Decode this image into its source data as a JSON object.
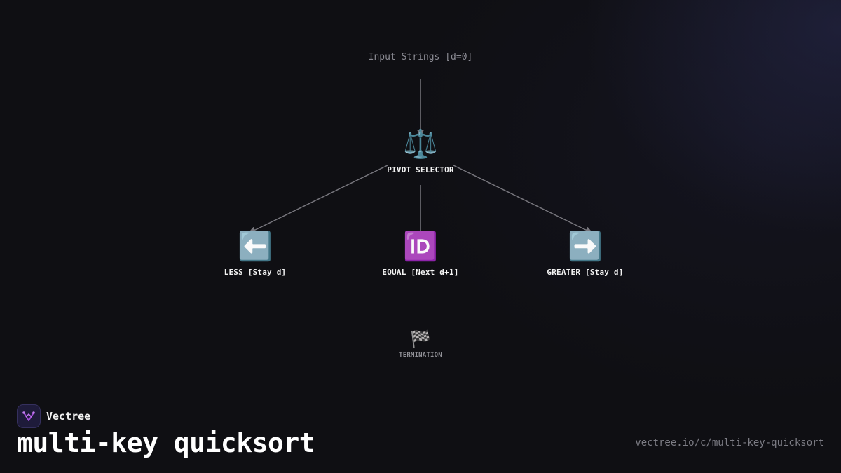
{
  "diagram": {
    "input_label": "Input Strings [d=0]",
    "pivot": {
      "label": "PIVOT SELECTOR",
      "icon": "balance-scale-icon",
      "glyph": "⚖️"
    },
    "less": {
      "label": "LESS [Stay d]",
      "icon": "left-arrow-icon",
      "glyph": "⬅️"
    },
    "equal": {
      "label": "EQUAL [Next d+1]",
      "icon": "id-button-icon",
      "glyph": "🆔"
    },
    "greater": {
      "label": "GREATER [Stay d]",
      "icon": "right-arrow-icon",
      "glyph": "➡️"
    },
    "termination": {
      "label": "TERMINATION",
      "icon": "checkered-flag-icon",
      "glyph": "🏁"
    },
    "edge_color": "#77767d"
  },
  "footer": {
    "brand_name": "Vectree",
    "title": "multi-key quicksort",
    "url": "vectree.io/c/multi-key-quicksort"
  },
  "colors": {
    "background": "#0f0f13",
    "text_primary": "#ffffff",
    "text_muted": "#8b8b93",
    "brand_accent": "#a24bd8"
  }
}
